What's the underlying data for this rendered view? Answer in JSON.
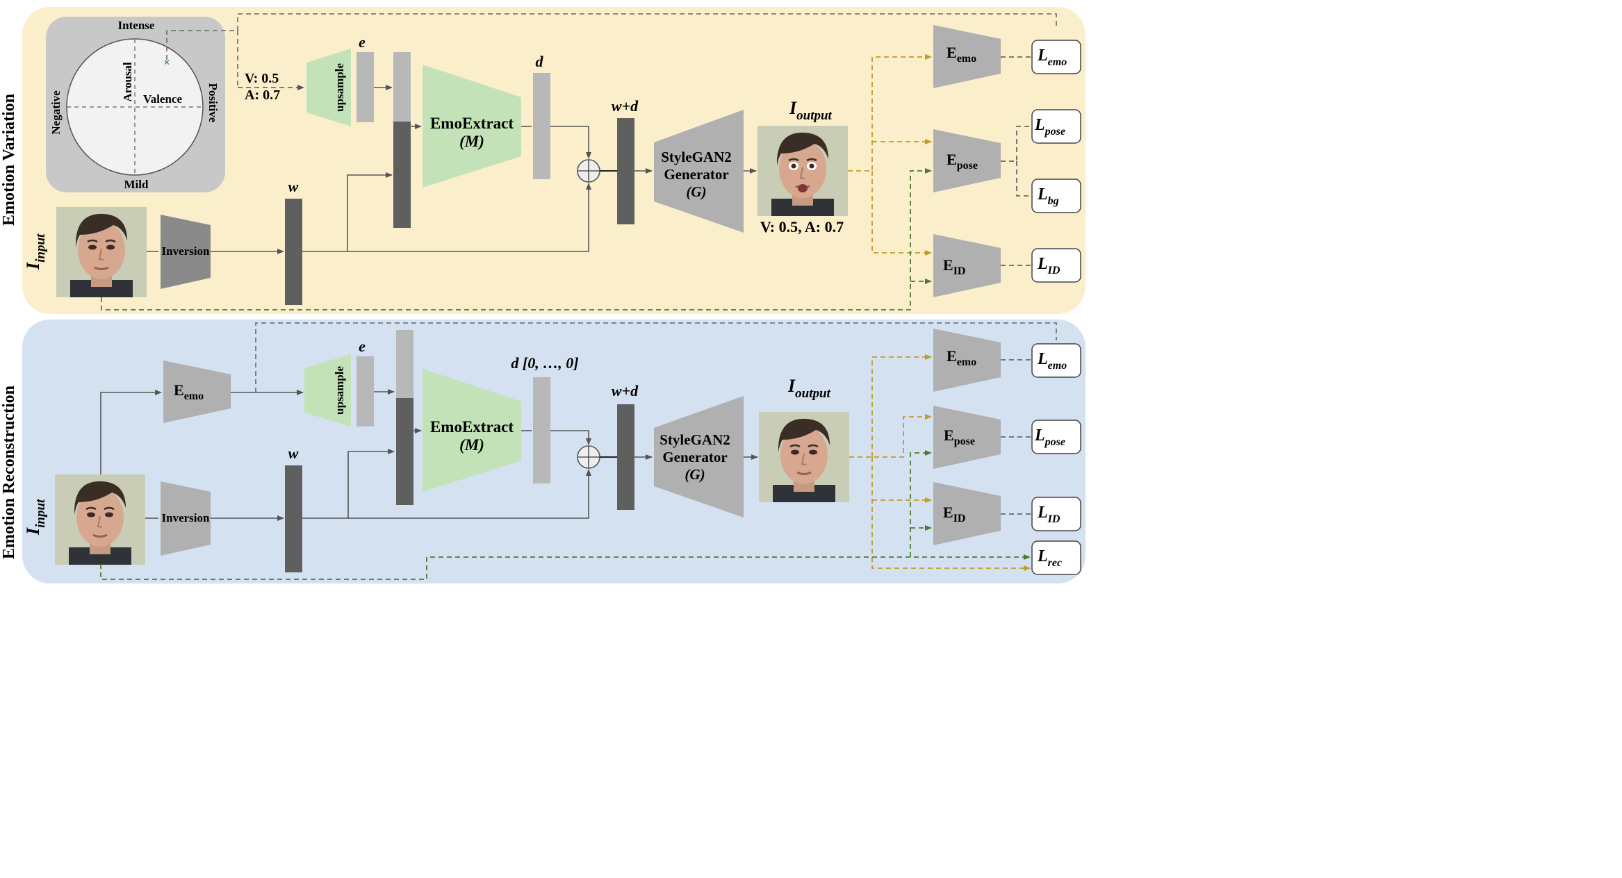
{
  "panels": {
    "top_label": "Emotion Variation",
    "bottom_label": "Emotion Reconstruction"
  },
  "circumplex": {
    "intense": "Intense",
    "mild": "Mild",
    "negative": "Negative",
    "positive": "Positive",
    "arousal": "Arousal",
    "valence": "Valence"
  },
  "top": {
    "va_v": "V: 0.5",
    "va_a": "A: 0.7",
    "upsample": "upsample",
    "e": "e",
    "emoextract_1": "EmoExtract",
    "emoextract_2": "(M)",
    "d": "d",
    "w": "w",
    "w_plus_d": "w+d",
    "gen_1": "StyleGAN2",
    "gen_2": "Generator",
    "gen_3": "(G)",
    "inversion": "Inversion",
    "i_input": "I",
    "i_input_sub": "input",
    "i_output": "I",
    "i_output_sub": "output",
    "output_caption": "V: 0.5,  A: 0.7",
    "encoders": [
      {
        "main": "E",
        "sub": "emo"
      },
      {
        "main": "E",
        "sub": "pose"
      },
      {
        "main": "E",
        "sub": "ID"
      }
    ],
    "losses": [
      {
        "main": "L",
        "sub": "emo"
      },
      {
        "main": "L",
        "sub": "pose"
      },
      {
        "main": "L",
        "sub": "bg"
      },
      {
        "main": "L",
        "sub": "ID"
      }
    ]
  },
  "bottom": {
    "e_emo_main": "E",
    "e_emo_sub": "emo",
    "upsample": "upsample",
    "e": "e",
    "emoextract_1": "EmoExtract",
    "emoextract_2": "(M)",
    "d": "d [0, …, 0]",
    "w": "w",
    "w_plus_d": "w+d",
    "gen_1": "StyleGAN2",
    "gen_2": "Generator",
    "gen_3": "(G)",
    "inversion": "Inversion",
    "i_input": "I",
    "i_input_sub": "input",
    "i_output": "I",
    "i_output_sub": "output",
    "encoders": [
      {
        "main": "E",
        "sub": "emo"
      },
      {
        "main": "E",
        "sub": "pose"
      },
      {
        "main": "E",
        "sub": "ID"
      }
    ],
    "losses": [
      {
        "main": "L",
        "sub": "emo"
      },
      {
        "main": "L",
        "sub": "pose"
      },
      {
        "main": "L",
        "sub": "ID"
      },
      {
        "main": "L",
        "sub": "rec"
      }
    ]
  },
  "colors": {
    "top_bg": "#fbefcb",
    "bottom_bg": "#d3e1f0",
    "green_block": "#c4e2b7",
    "gray_block": "#b0b0b0",
    "dark_bar": "#5f5f5f",
    "light_bar": "#b8b8b8",
    "yellow_dash": "#c59a26",
    "green_dash": "#4a7d2b"
  }
}
